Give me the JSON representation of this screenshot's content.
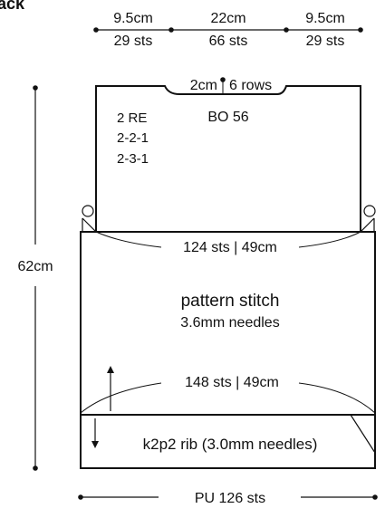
{
  "title": "Back",
  "top_dims": {
    "left": {
      "cm": "9.5cm",
      "sts": "29 sts"
    },
    "center": {
      "cm": "22cm",
      "sts": "66 sts"
    },
    "right": {
      "cm": "9.5cm",
      "sts": "29 sts"
    }
  },
  "neck": {
    "depth": "2cm",
    "rows": "6 rows",
    "bind_off": "BO 56"
  },
  "shoulder_decreases": [
    "2 RE",
    "2-2-1",
    "2-3-1"
  ],
  "height_label": "62cm",
  "chest_label": "124 sts | 49cm",
  "body_label": {
    "stitch": "pattern stitch",
    "needles": "3.6mm needles"
  },
  "hem_label": "148 sts | 49cm",
  "rib_label": "k2p2 rib (3.0mm needles)",
  "pickup_label": "PU 126 sts",
  "colors": {
    "line": "#111111",
    "background": "#ffffff"
  }
}
